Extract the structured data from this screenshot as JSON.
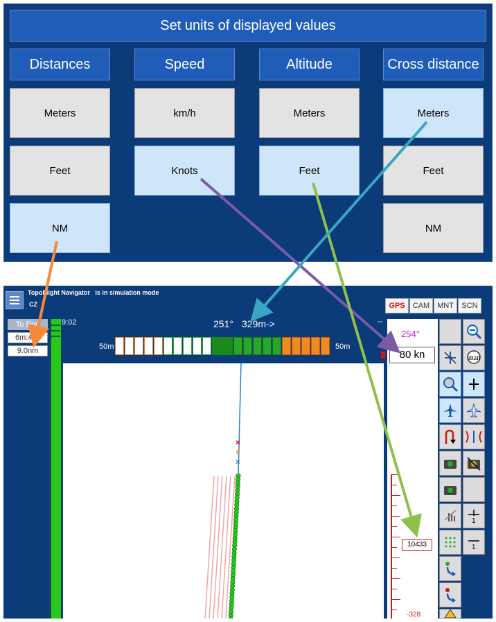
{
  "units_panel": {
    "title": "Set units of displayed values",
    "columns": [
      {
        "header": "Distances",
        "options": [
          "Meters",
          "Feet",
          "NM"
        ],
        "selected": "NM"
      },
      {
        "header": "Speed",
        "options": [
          "km/h",
          "Knots"
        ],
        "selected": "Knots"
      },
      {
        "header": "Altitude",
        "options": [
          "Meters",
          "Feet"
        ],
        "selected": "Feet"
      },
      {
        "header": "Cross distance",
        "options": [
          "Meters",
          "Feet",
          "NM"
        ],
        "selected": "Meters"
      }
    ]
  },
  "navigator": {
    "app_title": "TopoFlight Navigator",
    "status": "is in simulation mode",
    "subtitle": "CZ",
    "tabs": [
      "GPS",
      "CAM",
      "MNT",
      "SCN"
    ],
    "active_tab": "GPS",
    "left": {
      "to_end_label": "To End",
      "time_value": "6m:43s",
      "distance_value": "9.0nm",
      "time_top": "9:02"
    },
    "top_bar": {
      "heading": "251°",
      "cross_distance": "329m->",
      "scale_left": "50m",
      "scale_right": "50m",
      "dash": "--"
    },
    "right": {
      "heading_value": "254°",
      "speed_value": "80 kn",
      "altitude_value": "10433",
      "altitude_bottom": "-328"
    }
  },
  "colors": {
    "panel_bg": "#0c3b7a",
    "header_bg": "#1f5db8",
    "selected_bg": "#cfe6fa",
    "arrow_orange": "#f28a3a",
    "arrow_purple": "#7b5aa6",
    "arrow_green": "#8fc04a",
    "arrow_blue": "#3aa6c4",
    "track_green": "#29c61c"
  }
}
